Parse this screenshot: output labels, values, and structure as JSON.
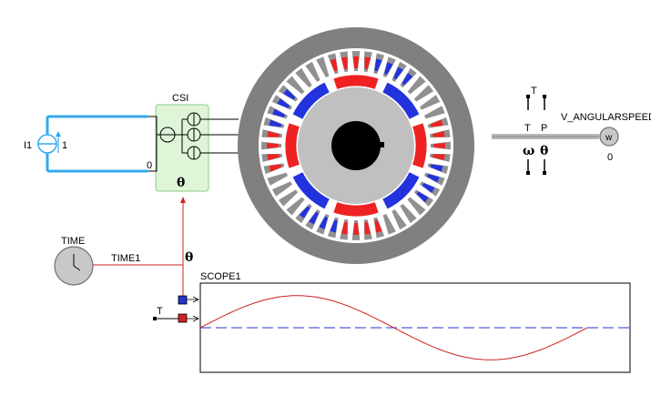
{
  "labels": {
    "csi": "CSI",
    "source_name": "I1",
    "source_value": "1",
    "ground_value": "0",
    "theta_csi": "θ",
    "time_block": "TIME",
    "time_signal": "TIME1",
    "theta_wire": "θ",
    "scope": "SCOPE1",
    "t_input": "T",
    "speed_block": "V_ANGULARSPEED",
    "speed_value": "0",
    "speed_icon": "w",
    "t_top": "T",
    "t_port": "T",
    "p_port": "P",
    "omega_port": "ω",
    "theta_port": "θ"
  },
  "colors": {
    "wire_blue": "#33aaee",
    "wire_red": "#cc2222",
    "csi_fill": "#dff5d8",
    "csi_border": "#88cc88",
    "stator_ring": "#808080",
    "slot_gray": "#909090",
    "coil_red": "#ee2222",
    "coil_blue": "#2233dd",
    "rotor_gray": "#c0c0c0",
    "shaft": "#000000",
    "scope_curve": "#cc2222",
    "scope_dash": "#2233cc",
    "shaft_bar": "#b8b8b8"
  },
  "scope_trace": {
    "signal": "sine",
    "cycles": 1,
    "amplitude_fraction": 0.48
  }
}
